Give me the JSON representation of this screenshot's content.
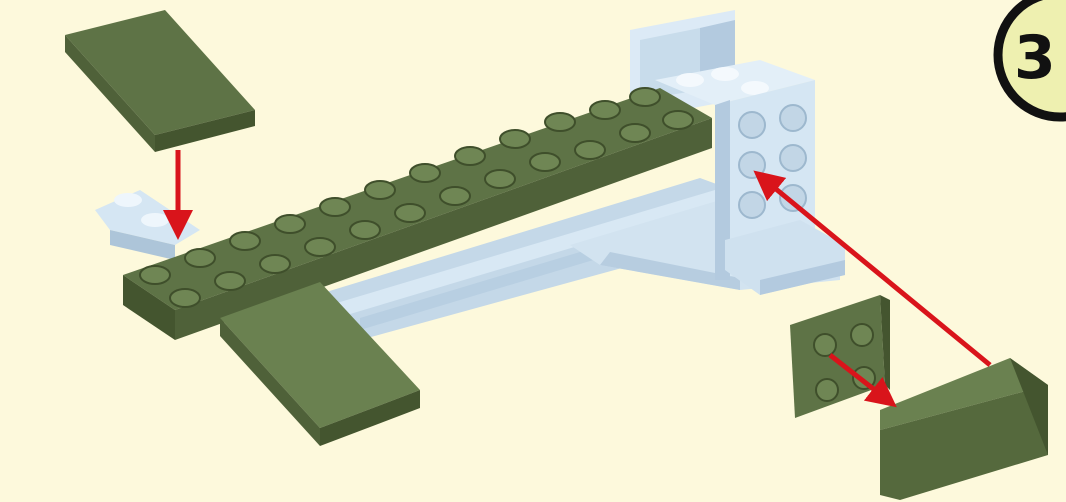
{
  "step": {
    "number": "3"
  },
  "colors": {
    "background": "#fdf9dc",
    "brick_green": "#5e7346",
    "brick_green_dark": "#44552f",
    "brick_green_light": "#7d9160",
    "brick_blue": "#d5e6f3",
    "brick_blue_dark": "#a9c2d6",
    "arrow_red": "#d9141b",
    "badge_fill": "#eef0b0"
  },
  "parts": [
    {
      "name": "tile-2x4-top"
    },
    {
      "name": "plate-2x12-fuselage"
    },
    {
      "name": "tile-2x4-wing"
    },
    {
      "name": "plate-2x2-tail"
    },
    {
      "name": "slope-wedge-tail"
    },
    {
      "name": "blue-bracket-assembly"
    }
  ]
}
